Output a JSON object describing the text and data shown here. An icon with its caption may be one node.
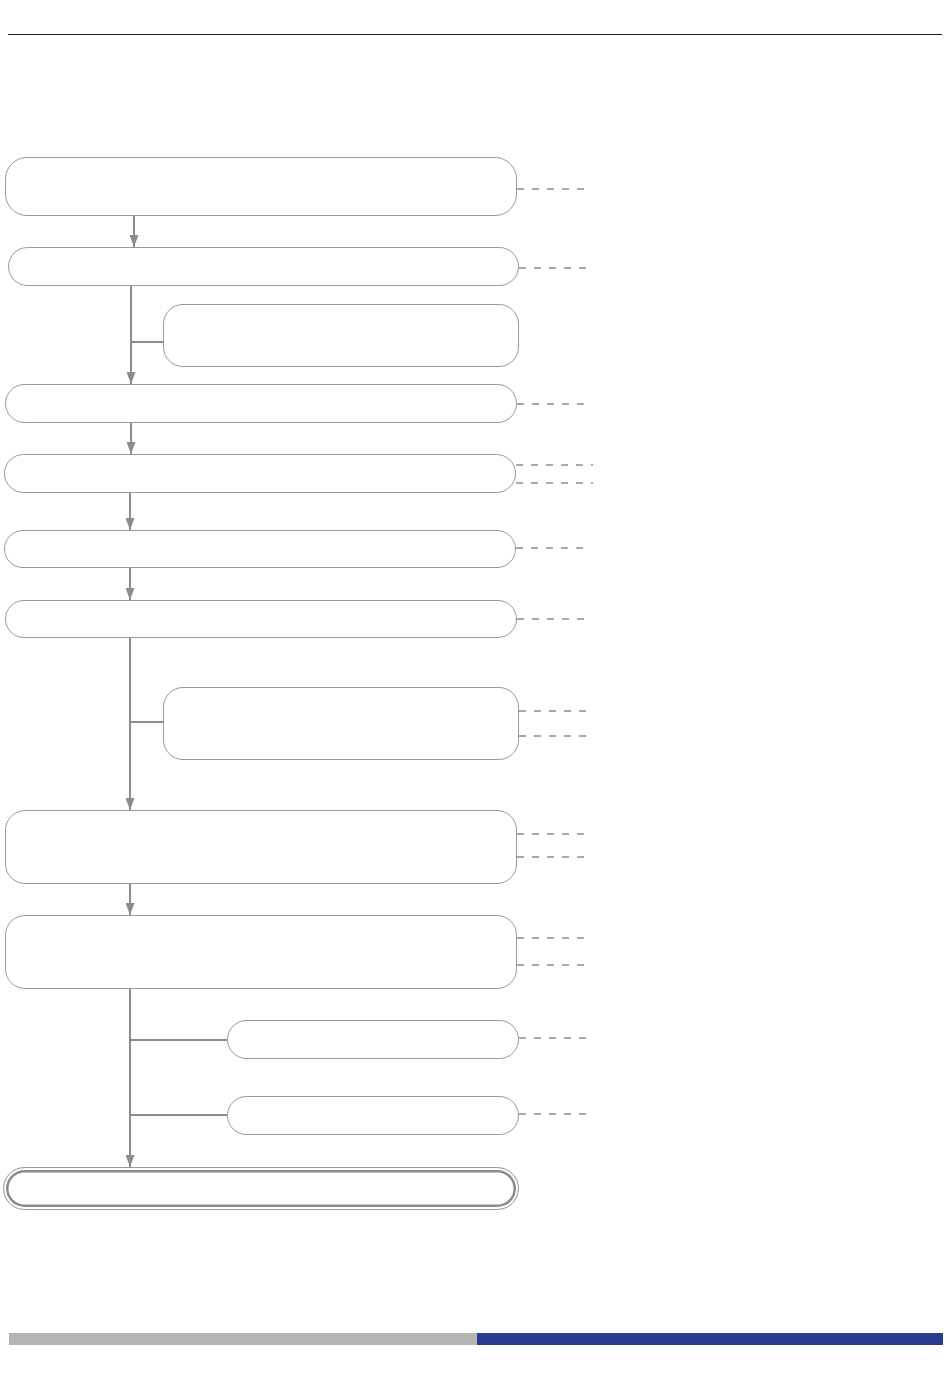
{
  "diagram": {
    "nodes": [
      {
        "text": [],
        "shape": "box"
      },
      {
        "text": [],
        "shape": "box"
      },
      {
        "text": [],
        "shape": "box"
      },
      {
        "text": [],
        "shape": "box"
      },
      {
        "text": [],
        "shape": "box"
      },
      {
        "text": [],
        "shape": "box"
      },
      {
        "text": [],
        "shape": "box"
      },
      {
        "text": [],
        "shape": "box"
      },
      {
        "text": [],
        "shape": "box"
      },
      {
        "text": [],
        "shape": "box"
      },
      {
        "text": [],
        "shape": "box"
      },
      {
        "text": [],
        "shape": "box"
      },
      {
        "text": [],
        "shape": "box"
      }
    ],
    "edges": [
      {
        "from": 0,
        "to": 1,
        "arrow": "to"
      },
      {
        "from": 1,
        "to": 2,
        "arrow": "none"
      },
      {
        "from": 1,
        "to": 3,
        "arrow": "to"
      },
      {
        "from": 3,
        "to": 4,
        "arrow": "to"
      },
      {
        "from": 4,
        "to": 5,
        "arrow": "to"
      },
      {
        "from": 5,
        "to": 6,
        "arrow": "to"
      },
      {
        "from": 6,
        "to": 7,
        "arrow": "none"
      },
      {
        "from": 6,
        "to": 8,
        "arrow": "to"
      },
      {
        "from": 8,
        "to": 9,
        "arrow": "to"
      },
      {
        "from": 9,
        "to": 10,
        "arrow": "none"
      },
      {
        "from": 9,
        "to": 11,
        "arrow": "none"
      },
      {
        "from": 9,
        "to": 12,
        "arrow": "to"
      },
      {
        "from": 0,
        "to": null,
        "arrow": "none",
        "style": "dashed"
      },
      {
        "from": 1,
        "to": null,
        "arrow": "none",
        "style": "dashed"
      },
      {
        "from": 3,
        "to": null,
        "arrow": "none",
        "style": "dashed"
      },
      {
        "from": 4,
        "to": null,
        "arrow": "none",
        "style": "dashed"
      },
      {
        "from": 4,
        "to": null,
        "arrow": "none",
        "style": "dashed"
      },
      {
        "from": 5,
        "to": null,
        "arrow": "none",
        "style": "dashed"
      },
      {
        "from": 6,
        "to": null,
        "arrow": "none",
        "style": "dashed"
      },
      {
        "from": 7,
        "to": null,
        "arrow": "none",
        "style": "dashed"
      },
      {
        "from": 7,
        "to": null,
        "arrow": "none",
        "style": "dashed"
      },
      {
        "from": 8,
        "to": null,
        "arrow": "none",
        "style": "dashed"
      },
      {
        "from": 8,
        "to": null,
        "arrow": "none",
        "style": "dashed"
      },
      {
        "from": 9,
        "to": null,
        "arrow": "none",
        "style": "dashed"
      },
      {
        "from": 9,
        "to": null,
        "arrow": "none",
        "style": "dashed"
      },
      {
        "from": 10,
        "to": null,
        "arrow": "none",
        "style": "dashed"
      },
      {
        "from": 11,
        "to": null,
        "arrow": "none",
        "style": "dashed"
      }
    ]
  }
}
